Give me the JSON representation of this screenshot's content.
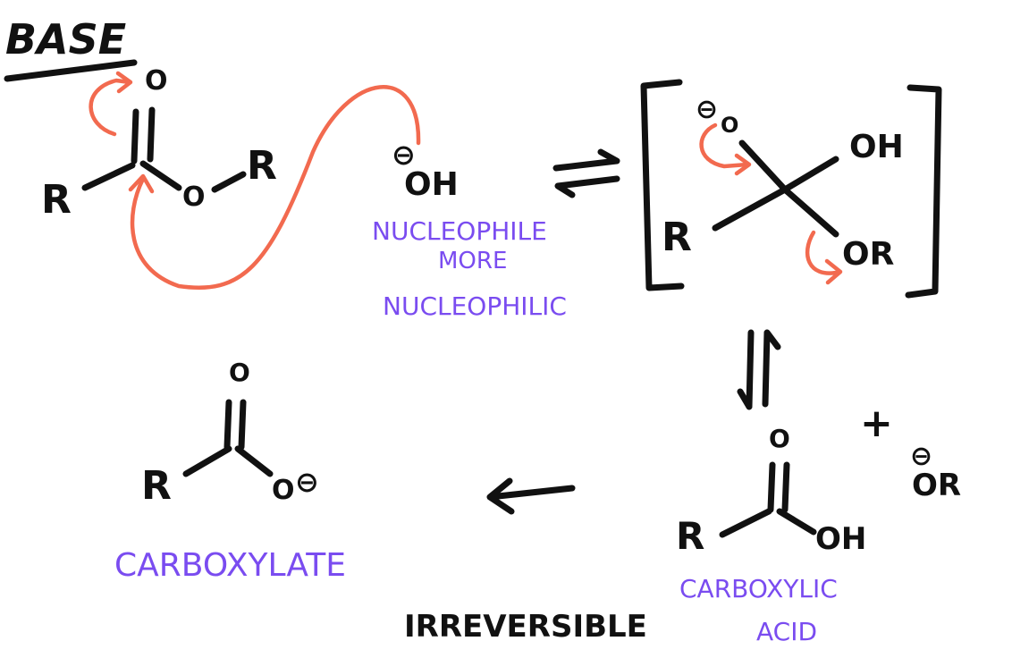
{
  "title": "BASE",
  "labels": {
    "r": "R",
    "o": "O",
    "oh": "OH",
    "or": "OR",
    "minus": "⊖",
    "plus": "+",
    "equilibrium": "⇌",
    "arrow_left": "←"
  },
  "annotations": {
    "nucleophile_1": "NUCLEOPHILE",
    "nucleophile_2": "MORE",
    "nucleophile_3": "NUCLEOPHILIC",
    "carboxylate": "CARBOXYLATE",
    "carboxylic_1": "CARBOXYLIC",
    "carboxylic_2": "ACID",
    "irreversible": "IRREVERSIBLE"
  },
  "colors": {
    "ink": "#111111",
    "arrow": "#f26a4f",
    "annotation": "#7a4cf0"
  }
}
